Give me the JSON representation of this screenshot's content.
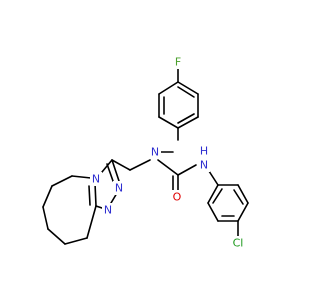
{
  "molecule": {
    "atom_labels": {
      "fluorine": "F",
      "urea_nitrogen": "N",
      "nh_nitrogen": "N",
      "nh_hydrogen": "H",
      "oxygen": "O",
      "triazole_n4": "N",
      "triazole_n2": "N",
      "triazole_n1": "N",
      "chlorine": "Cl"
    },
    "colors": {
      "bond": "#000000",
      "nitrogen": "#2f2fd0",
      "oxygen": "#e00000",
      "fluorine": "#4aa02c",
      "chlorine": "#1e9a1e"
    }
  }
}
